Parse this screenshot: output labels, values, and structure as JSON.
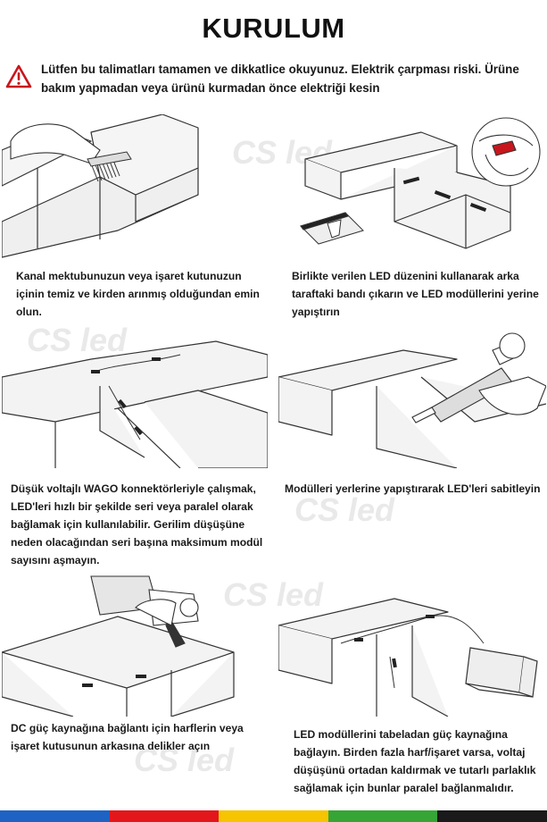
{
  "title": "KURULUM",
  "warning": {
    "icon": "warning-triangle-icon",
    "text": "Lütfen bu talimatları tamamen ve dikkatlice okuyunuz. Elektrik çarpması riski. Ürüne bakım yapmadan veya ürünü kurmadan önce elektriği kesin"
  },
  "steps": [
    {
      "caption": "Kanal mektubunuzun veya işaret kutunuzun içinin temiz ve kirden arınmış olduğundan emin olun."
    },
    {
      "caption": "Birlikte verilen LED düzenini kullanarak arka taraftaki bandı çıkarın ve LED modüllerini yerine yapıştırın"
    },
    {
      "caption": "Düşük voltajlı WAGO konnektörleriyle çalışmak, LED'leri hızlı bir şekilde seri veya paralel olarak bağlamak için kullanılabilir. Gerilim düşüşüne neden olacağından seri başına maksimum modül sayısını aşmayın."
    },
    {
      "caption": "Modülleri yerlerine yapıştırarak LED'leri sabitleyin"
    },
    {
      "caption": "DC güç kaynağına bağlantı için harflerin veya işaret kutusunun arkasına delikler açın"
    },
    {
      "caption": "LED modüllerini tabeladan güç kaynağına bağlayın. Birden fazla harf/işaret varsa, voltaj düşüşünü ortadan kaldırmak ve tutarlı parlaklık sağlamak için bunlar paralel bağlanmalıdır."
    }
  ],
  "watermark": "CS led",
  "colors": {
    "warning_red": "#c8161d",
    "bar": [
      "#1e63c4",
      "#e3171b",
      "#f6c400",
      "#36a536",
      "#1a1a1a"
    ]
  }
}
